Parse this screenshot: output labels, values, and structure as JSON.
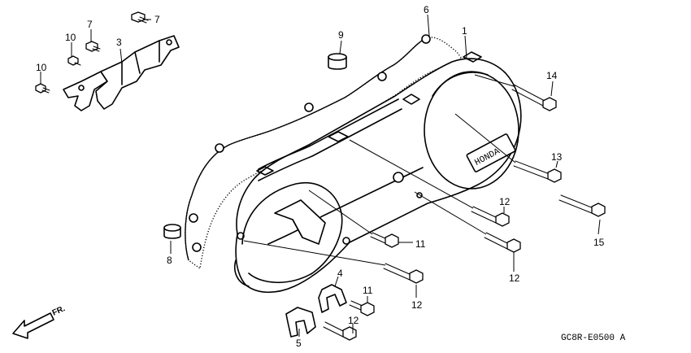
{
  "callouts": {
    "c1": "1",
    "c3": "3",
    "c4": "4",
    "c5": "5",
    "c6": "6",
    "c7a": "7",
    "c7b": "7",
    "c8": "8",
    "c9": "9",
    "c10a": "10",
    "c10b": "10",
    "c11a": "11",
    "c11b": "11",
    "c12a": "12",
    "c12b": "12",
    "c12c": "12",
    "c12d": "12",
    "c13": "13",
    "c14": "14",
    "c15": "15"
  },
  "brand_mark": "HONDA",
  "direction_label": "FR.",
  "diagram_code": "GC8R-E0500 A"
}
